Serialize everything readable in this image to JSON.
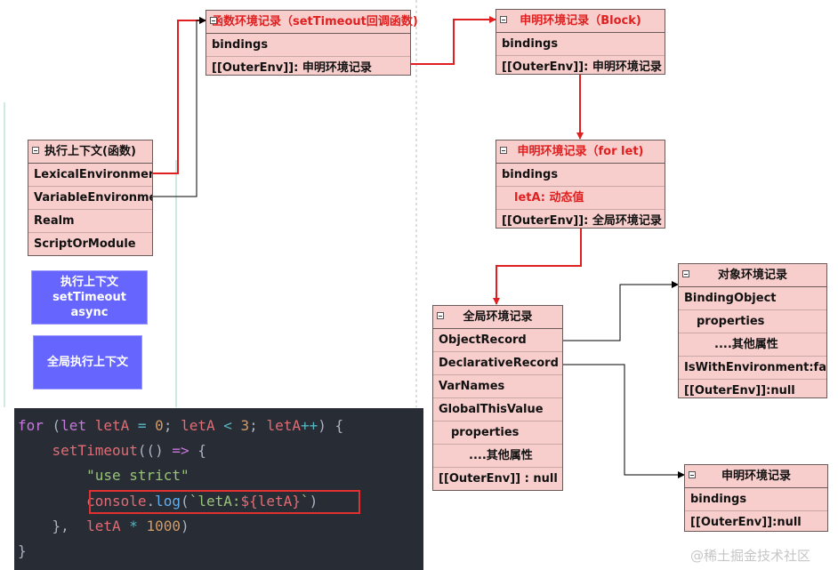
{
  "exec_context": {
    "title": "执行上下文(函数)",
    "rows": [
      "LexicalEnvironment",
      "VariableEnvironment",
      "Realm",
      "ScriptOrModule"
    ]
  },
  "stack": {
    "settimeout_async": "执行上下文\nsetTimeout async",
    "global_exec": "全局执行上下文"
  },
  "fn_env": {
    "title": "函数环境记录（setTimeout回调函数)",
    "rows": [
      "bindings",
      "[[OuterEnv]]:  申明环境记录"
    ]
  },
  "block_env": {
    "title": "申明环境记录（Block)",
    "rows": [
      "bindings",
      "[[OuterEnv]]:  申明环境记录"
    ]
  },
  "forlet_env": {
    "title": "申明环境记录（for let)",
    "rows": [
      "bindings",
      "letA: 动态值",
      "[[OuterEnv]]: 全局环境记录"
    ]
  },
  "global_env": {
    "title": "全局环境记录",
    "rows": [
      "ObjectRecord",
      "DeclarativeRecord",
      "VarNames",
      "GlobalThisValue",
      "properties",
      "....其他属性",
      "[[OuterEnv]] :   null"
    ]
  },
  "object_env": {
    "title": "对象环境记录",
    "rows": [
      "BindingObject",
      "properties",
      "....其他属性",
      "IsWithEnvironment:false",
      "[[OuterEnv]]:null"
    ]
  },
  "decl_env": {
    "title": "申明环境记录",
    "rows": [
      "bindings",
      "[[OuterEnv]]:null"
    ]
  },
  "watermark": "@稀土掘金技术社区",
  "colors": {
    "box_fill": "#f8cecc",
    "title_red": "#e02020",
    "purple": "#6666ff",
    "code_bg": "#282c34",
    "arrow_red": "#e02020",
    "arrow_black": "#000000"
  }
}
